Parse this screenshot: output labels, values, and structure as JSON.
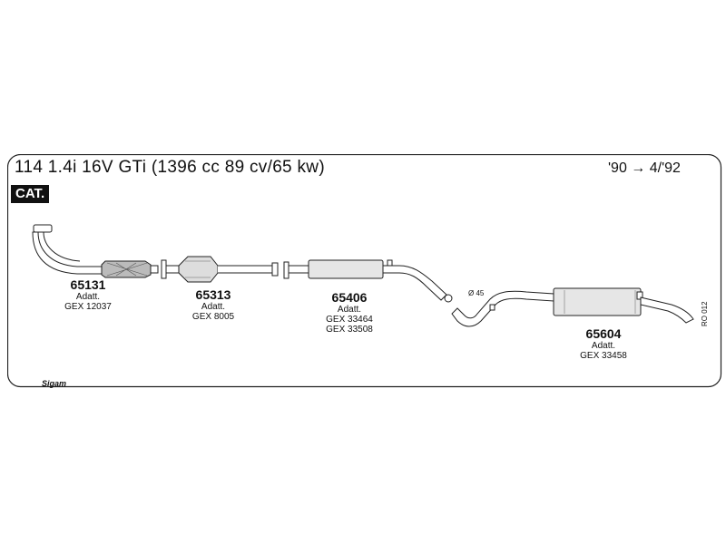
{
  "header": {
    "title": "114 1.4i 16V GTi (1396 cc 89 cv/65 kw)",
    "date_range": "'90 → 4/'92",
    "badge": "CAT."
  },
  "parts": [
    {
      "number": "65131",
      "lines": [
        "Adatt.",
        "GEX 12037"
      ]
    },
    {
      "number": "65313",
      "lines": [
        "Adatt.",
        "GEX 8005"
      ]
    },
    {
      "number": "65406",
      "lines": [
        "Adatt.",
        "GEX 33464",
        "GEX 33508"
      ]
    },
    {
      "number": "65604",
      "lines": [
        "Adatt.",
        "GEX 33458"
      ]
    }
  ],
  "annotations": {
    "diameter": "Ø 45",
    "reference": "RO 012",
    "logo": "Sigam"
  },
  "colors": {
    "line": "#222222",
    "fill": "#ffffff",
    "shade": "#bbbbbb"
  }
}
